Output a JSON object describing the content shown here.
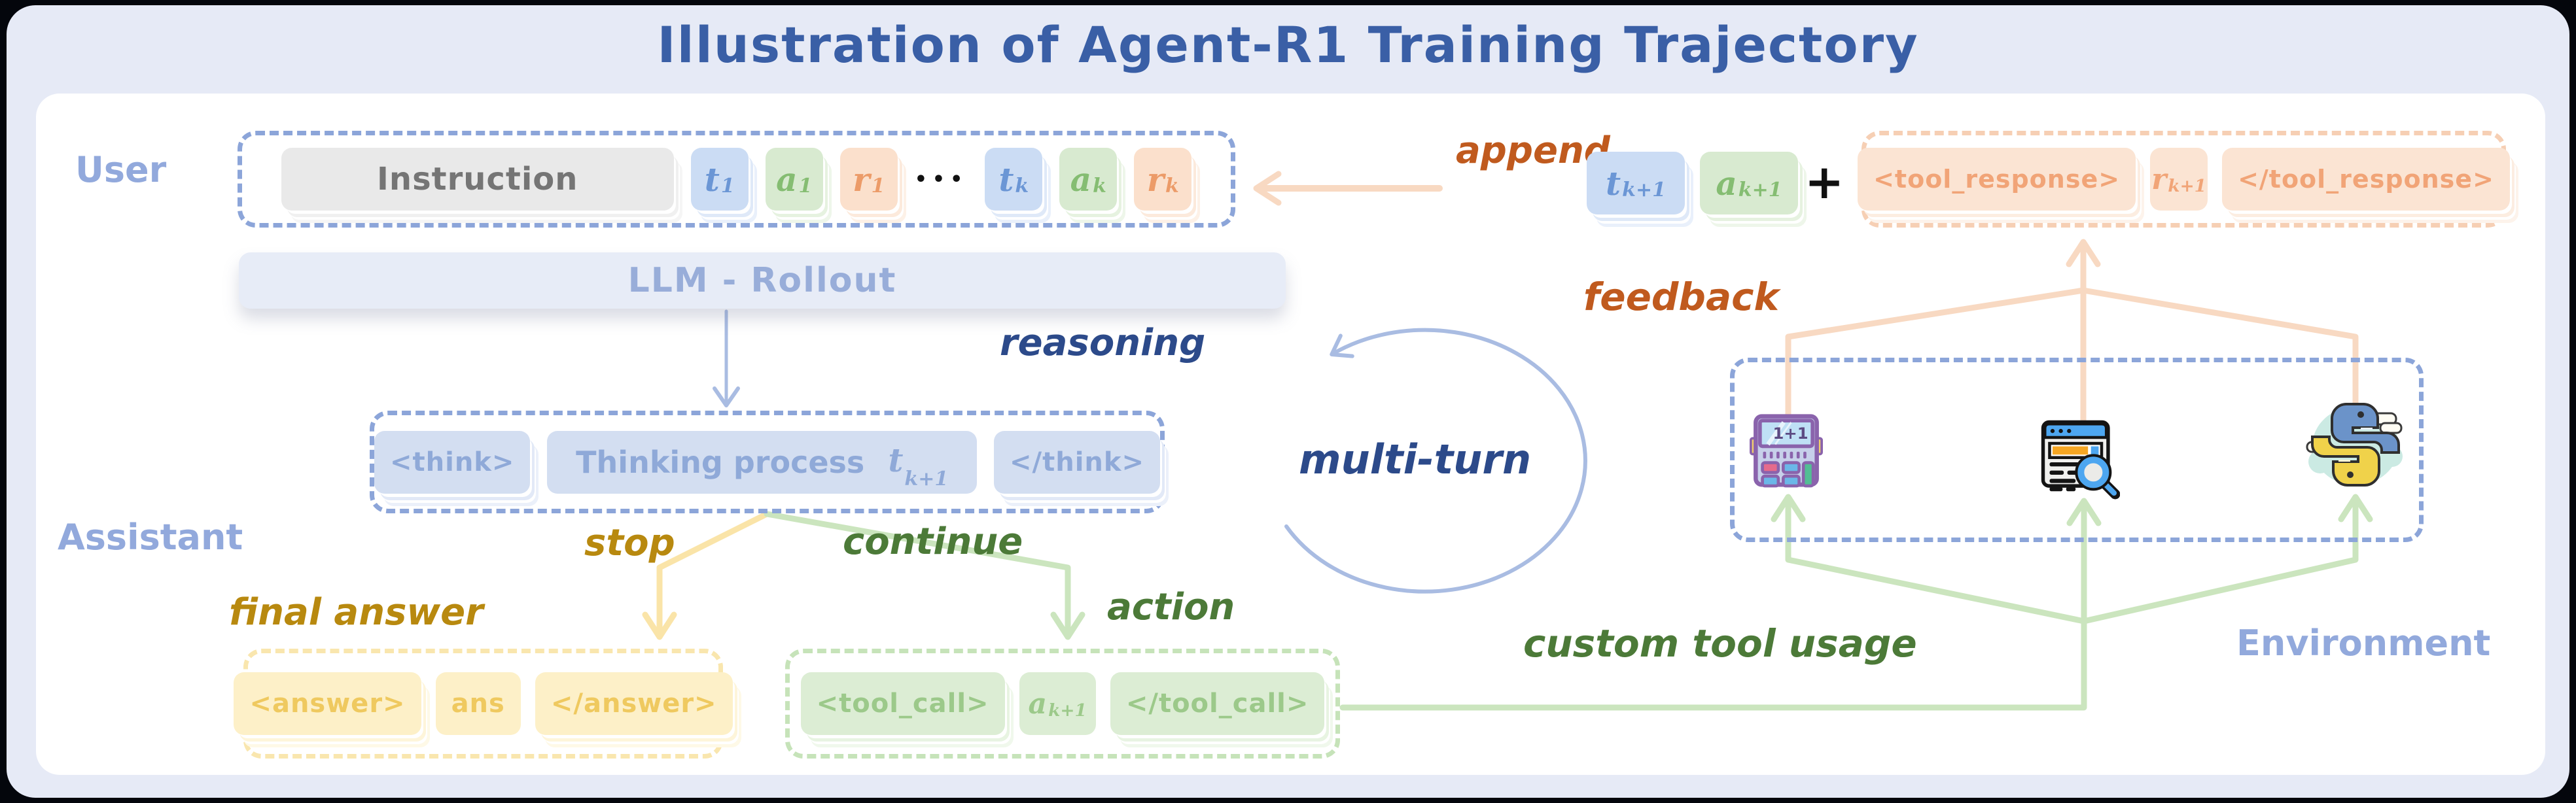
{
  "title": "Illustration of Agent-R1 Training Trajectory",
  "palette": {
    "board_background": "#E6EAF6",
    "panel_background": "#FFFFFF",
    "title_blue": "#3A5FA6",
    "periwinkle": "#92A9DC",
    "navy": "#2C4A8A",
    "rust": "#C05A1E",
    "gold": "#B8890F",
    "green": "#4C7A38",
    "arrow_peach": "#F8D9C2",
    "arrow_green": "#CBE5BE",
    "arrow_yellow": "#FAE4A8",
    "arrow_periwinkle": "#A9BCE2"
  },
  "user": {
    "label": "User",
    "instruction": "Instruction",
    "tokens": [
      {
        "base": "t",
        "sub": "1"
      },
      {
        "base": "a",
        "sub": "1"
      },
      {
        "base": "r",
        "sub": "1"
      },
      {
        "dots": "•••"
      },
      {
        "base": "t",
        "sub": "k"
      },
      {
        "base": "a",
        "sub": "k"
      },
      {
        "base": "r",
        "sub": "k"
      }
    ]
  },
  "append": {
    "label": "append",
    "thought_token": {
      "base": "t",
      "sub": "k+1"
    },
    "action_token": {
      "base": "a",
      "sub": "k+1"
    },
    "plus": "+"
  },
  "tool_response_box": {
    "open_tag": "<tool_response>",
    "reward_token": {
      "base": "r",
      "sub": "k+1"
    },
    "close_tag": "</tool_response>"
  },
  "llm": {
    "label": "LLM - Rollout"
  },
  "flow_labels": {
    "reasoning": "reasoning",
    "multi_turn": "multi-turn",
    "feedback": "feedback",
    "stop": "stop",
    "continue": "continue",
    "final_answer": "final answer",
    "action": "action",
    "custom_tool_usage": "custom tool usage"
  },
  "assistant": {
    "label": "Assistant"
  },
  "think_box": {
    "open_tag": "<think>",
    "content": "Thinking process",
    "thought_token": {
      "base": "t",
      "sub": "k+1"
    },
    "close_tag": "</think>"
  },
  "answer_box": {
    "open_tag": "<answer>",
    "content": "ans",
    "close_tag": "</answer>"
  },
  "tool_call_box": {
    "open_tag": "<tool_call>",
    "action_token": {
      "base": "a",
      "sub": "k+1"
    },
    "close_tag": "</tool_call>"
  },
  "environment": {
    "label": "Environment",
    "calculator_display": "1+1",
    "icons": [
      "calculator-icon",
      "web-search-icon",
      "python-icon"
    ]
  }
}
